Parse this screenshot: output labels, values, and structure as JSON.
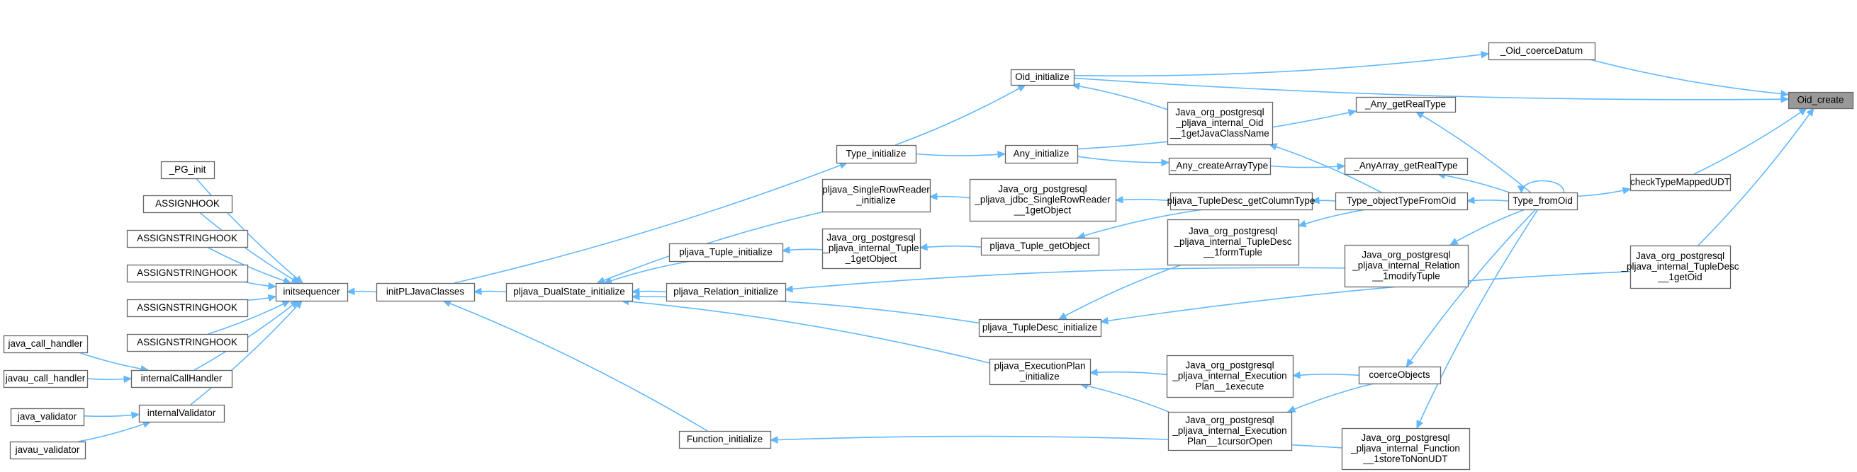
{
  "graph": {
    "nodes": [
      {
        "id": "oid_create",
        "lines": [
          "Oid_create"
        ],
        "focus": true
      },
      {
        "id": "oid_coerce",
        "lines": [
          "_Oid_coerceDatum"
        ]
      },
      {
        "id": "oid_init",
        "lines": [
          "Oid_initialize"
        ]
      },
      {
        "id": "any_getreal",
        "lines": [
          "_Any_getRealType"
        ]
      },
      {
        "id": "jni_oid",
        "lines": [
          "Java_org_postgresql",
          "_pljava_internal_Oid",
          "__1getJavaClassName"
        ]
      },
      {
        "id": "any_init",
        "lines": [
          "Any_initialize"
        ]
      },
      {
        "id": "type_init",
        "lines": [
          "Type_initialize"
        ]
      },
      {
        "id": "any_createarray",
        "lines": [
          "_Any_createArrayType"
        ]
      },
      {
        "id": "anyarray_getreal",
        "lines": [
          "_AnyArray_getRealType"
        ]
      },
      {
        "id": "check_udt",
        "lines": [
          "checkTypeMappedUDT"
        ]
      },
      {
        "id": "pg_init",
        "lines": [
          "_PG_init"
        ]
      },
      {
        "id": "sr_reader_init",
        "lines": [
          "pljava_SingleRowReader",
          "_initialize"
        ]
      },
      {
        "id": "jni_srr",
        "lines": [
          "Java_org_postgresql",
          "_pljava_jdbc_SingleRowReader",
          "__1getObject"
        ]
      },
      {
        "id": "td_getcoltype",
        "lines": [
          "pljava_TupleDesc_getColumnType"
        ]
      },
      {
        "id": "type_objfromoid",
        "lines": [
          "Type_objectTypeFromOid"
        ]
      },
      {
        "id": "type_fromoid",
        "lines": [
          "Type_fromOid"
        ]
      },
      {
        "id": "assignhook",
        "lines": [
          "ASSIGNHOOK"
        ]
      },
      {
        "id": "assignstr1",
        "lines": [
          "ASSIGNSTRINGHOOK"
        ]
      },
      {
        "id": "tuple_init",
        "lines": [
          "pljava_Tuple_initialize"
        ]
      },
      {
        "id": "jni_tuple",
        "lines": [
          "Java_org_postgresql",
          "_pljava_internal_Tuple",
          "_1getObject"
        ]
      },
      {
        "id": "tuple_getobj",
        "lines": [
          "pljava_Tuple_getObject"
        ]
      },
      {
        "id": "jni_td_form",
        "lines": [
          "Java_org_postgresql",
          "_pljava_internal_TupleDesc",
          "__1formTuple"
        ]
      },
      {
        "id": "jni_td_getoid",
        "lines": [
          "Java_org_postgresql",
          "_pljava_internal_TupleDesc",
          "__1getOid"
        ]
      },
      {
        "id": "assignstr2",
        "lines": [
          "ASSIGNSTRINGHOOK"
        ]
      },
      {
        "id": "initseq",
        "lines": [
          "initsequencer"
        ]
      },
      {
        "id": "init_pljava",
        "lines": [
          "initPLJavaClasses"
        ]
      },
      {
        "id": "dualstate",
        "lines": [
          "pljava_DualState_initialize"
        ]
      },
      {
        "id": "relation_init",
        "lines": [
          "pljava_Relation_initialize"
        ]
      },
      {
        "id": "jni_rel",
        "lines": [
          "Java_org_postgresql",
          "_pljava_internal_Relation",
          "__1modifyTuple"
        ]
      },
      {
        "id": "assignstr3",
        "lines": [
          "ASSIGNSTRINGHOOK"
        ]
      },
      {
        "id": "td_init",
        "lines": [
          "pljava_TupleDesc_initialize"
        ]
      },
      {
        "id": "assignstr4",
        "lines": [
          "ASSIGNSTRINGHOOK"
        ]
      },
      {
        "id": "java_call",
        "lines": [
          "java_call_handler"
        ]
      },
      {
        "id": "jni_ep_exec",
        "lines": [
          "Java_org_postgresql",
          "_pljava_internal_Execution",
          "Plan__1execute"
        ]
      },
      {
        "id": "ep_init",
        "lines": [
          "pljava_ExecutionPlan",
          "_initialize"
        ]
      },
      {
        "id": "coerce_objs",
        "lines": [
          "coerceObjects"
        ]
      },
      {
        "id": "javau_call",
        "lines": [
          "javau_call_handler"
        ]
      },
      {
        "id": "internal_call",
        "lines": [
          "internalCallHandler"
        ]
      },
      {
        "id": "java_validator",
        "lines": [
          "java_validator"
        ]
      },
      {
        "id": "internal_validator",
        "lines": [
          "internalValidator"
        ]
      },
      {
        "id": "jni_ep_cursor",
        "lines": [
          "Java_org_postgresql",
          "_pljava_internal_Execution",
          "Plan__1cursorOpen"
        ]
      },
      {
        "id": "function_init",
        "lines": [
          "Function_initialize"
        ]
      },
      {
        "id": "jni_func",
        "lines": [
          "Java_org_postgresql",
          "_pljava_internal_Function",
          "__1storeToNonUDT"
        ]
      },
      {
        "id": "javau_validator",
        "lines": [
          "javau_validator"
        ]
      }
    ],
    "edges": [
      [
        "oid_coerce",
        "oid_create"
      ],
      [
        "oid_init",
        "oid_create"
      ],
      [
        "check_udt",
        "oid_create"
      ],
      [
        "jni_td_getoid",
        "oid_create"
      ],
      [
        "type_fromoid",
        "check_udt"
      ],
      [
        "oid_init",
        "oid_coerce"
      ],
      [
        "type_init",
        "oid_init"
      ],
      [
        "jni_oid",
        "oid_init"
      ],
      [
        "any_init",
        "any_getreal"
      ],
      [
        "type_fromoid",
        "any_getreal"
      ],
      [
        "type_objfromoid",
        "jni_oid"
      ],
      [
        "type_init",
        "any_init"
      ],
      [
        "init_pljava",
        "type_init"
      ],
      [
        "any_init",
        "any_createarray"
      ],
      [
        "any_createarray",
        "anyarray_getreal"
      ],
      [
        "type_fromoid",
        "anyarray_getreal"
      ],
      [
        "type_fromoid",
        "type_objfromoid"
      ],
      [
        "type_objfromoid",
        "td_getcoltype"
      ],
      [
        "td_getcoltype",
        "jni_srr"
      ],
      [
        "jni_srr",
        "sr_reader_init"
      ],
      [
        "sr_reader_init",
        "dualstate"
      ],
      [
        "td_getcoltype",
        "tuple_getobj"
      ],
      [
        "type_objfromoid",
        "jni_td_form"
      ],
      [
        "tuple_getobj",
        "jni_tuple"
      ],
      [
        "jni_tuple",
        "tuple_init"
      ],
      [
        "tuple_init",
        "dualstate"
      ],
      [
        "jni_td_form",
        "td_init"
      ],
      [
        "td_init",
        "dualstate"
      ],
      [
        "dualstate",
        "init_pljava"
      ],
      [
        "init_pljava",
        "initseq"
      ],
      [
        "pg_init",
        "initseq"
      ],
      [
        "assignhook",
        "initseq"
      ],
      [
        "assignstr1",
        "initseq"
      ],
      [
        "assignstr2",
        "initseq"
      ],
      [
        "assignstr3",
        "initseq"
      ],
      [
        "assignstr4",
        "initseq"
      ],
      [
        "internal_call",
        "initseq"
      ],
      [
        "internal_validator",
        "initseq"
      ],
      [
        "java_call",
        "internal_call"
      ],
      [
        "javau_call",
        "internal_call"
      ],
      [
        "java_validator",
        "internal_validator"
      ],
      [
        "javau_validator",
        "internal_validator"
      ],
      [
        "type_fromoid",
        "jni_rel"
      ],
      [
        "jni_rel",
        "relation_init"
      ],
      [
        "relation_init",
        "dualstate"
      ],
      [
        "jni_td_getoid",
        "td_init"
      ],
      [
        "type_fromoid",
        "coerce_objs"
      ],
      [
        "coerce_objs",
        "jni_ep_exec"
      ],
      [
        "coerce_objs",
        "jni_ep_cursor"
      ],
      [
        "jni_ep_exec",
        "ep_init"
      ],
      [
        "jni_ep_cursor",
        "ep_init"
      ],
      [
        "ep_init",
        "dualstate"
      ],
      [
        "type_fromoid",
        "jni_func"
      ],
      [
        "jni_func",
        "function_init"
      ],
      [
        "function_init",
        "init_pljava"
      ],
      [
        "type_fromoid",
        "type_fromoid"
      ]
    ]
  }
}
